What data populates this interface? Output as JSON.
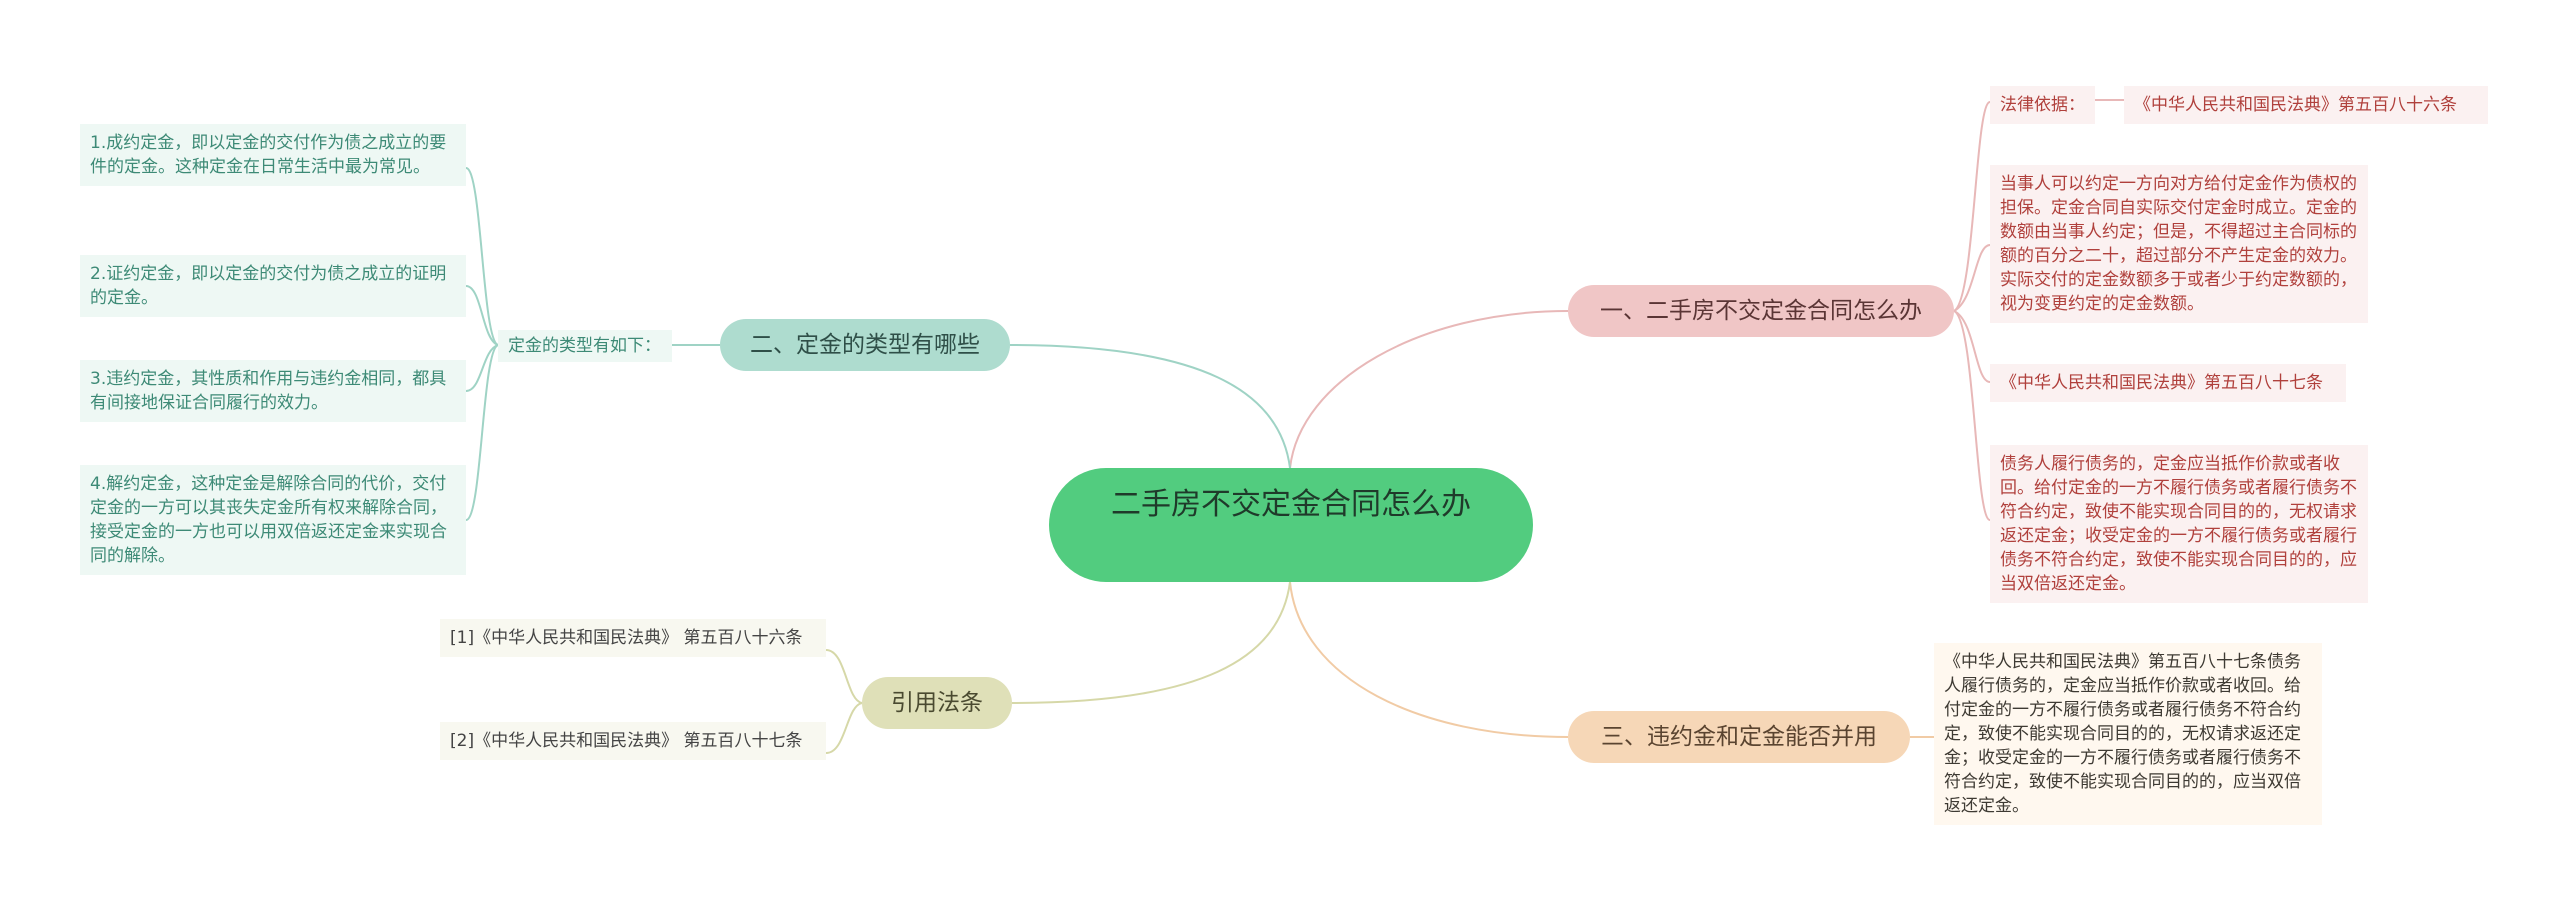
{
  "root": {
    "title": "二手房不交定金合同怎么办"
  },
  "branch1": {
    "title": "一、二手房不交定金合同怎么办",
    "legal_basis_label": "法律依据：",
    "legal_basis_ref": "《中华人民共和国民法典》第五百八十六条",
    "para1": "当事人可以约定一方向对方给付定金作为债权的担保。定金合同自实际交付定金时成立。定金的数额由当事人约定；但是，不得超过主合同标的额的百分之二十，超过部分不产生定金的效力。实际交付的定金数额多于或者少于约定数额的，视为变更约定的定金数额。",
    "ref2": "《中华人民共和国民法典》第五百八十七条",
    "para2": "债务人履行债务的，定金应当抵作价款或者收回。给付定金的一方不履行债务或者履行债务不符合约定，致使不能实现合同目的的，无权请求返还定金；收受定金的一方不履行债务或者履行债务不符合约定，致使不能实现合同目的的，应当双倍返还定金。"
  },
  "branch2": {
    "title": "二、定金的类型有哪些",
    "sub_label": "定金的类型有如下：",
    "items": [
      "1.成约定金，即以定金的交付作为债之成立的要件的定金。这种定金在日常生活中最为常见。",
      "2.证约定金，即以定金的交付为债之成立的证明的定金。",
      "3.违约定金，其性质和作用与违约金相同，都具有间接地保证合同履行的效力。",
      "4.解约定金，这种定金是解除合同的代价，交付定金的一方可以其丧失定金所有权来解除合同，接受定金的一方也可以用双倍返还定金来实现合同的解除。"
    ]
  },
  "branch3": {
    "title": "三、违约金和定金能否并用",
    "text": "《中华人民共和国民法典》第五百八十七条债务人履行债务的，定金应当抵作价款或者收回。给付定金的一方不履行债务或者履行债务不符合约定，致使不能实现合同目的的，无权请求返还定金；收受定金的一方不履行债务或者履行债务不符合约定，致使不能实现合同目的的，应当双倍返还定金。"
  },
  "branch4": {
    "title": "引用法条",
    "items": [
      "[1]《中华人民共和国民法典》 第五百八十六条",
      "[2]《中华人民共和国民法典》 第五百八十七条"
    ]
  },
  "colors": {
    "root": "#52cc7f",
    "branch1": "#f0c6c6",
    "branch2": "#aedccf",
    "branch3": "#f6d7b7",
    "branch4": "#dfe0b8"
  }
}
